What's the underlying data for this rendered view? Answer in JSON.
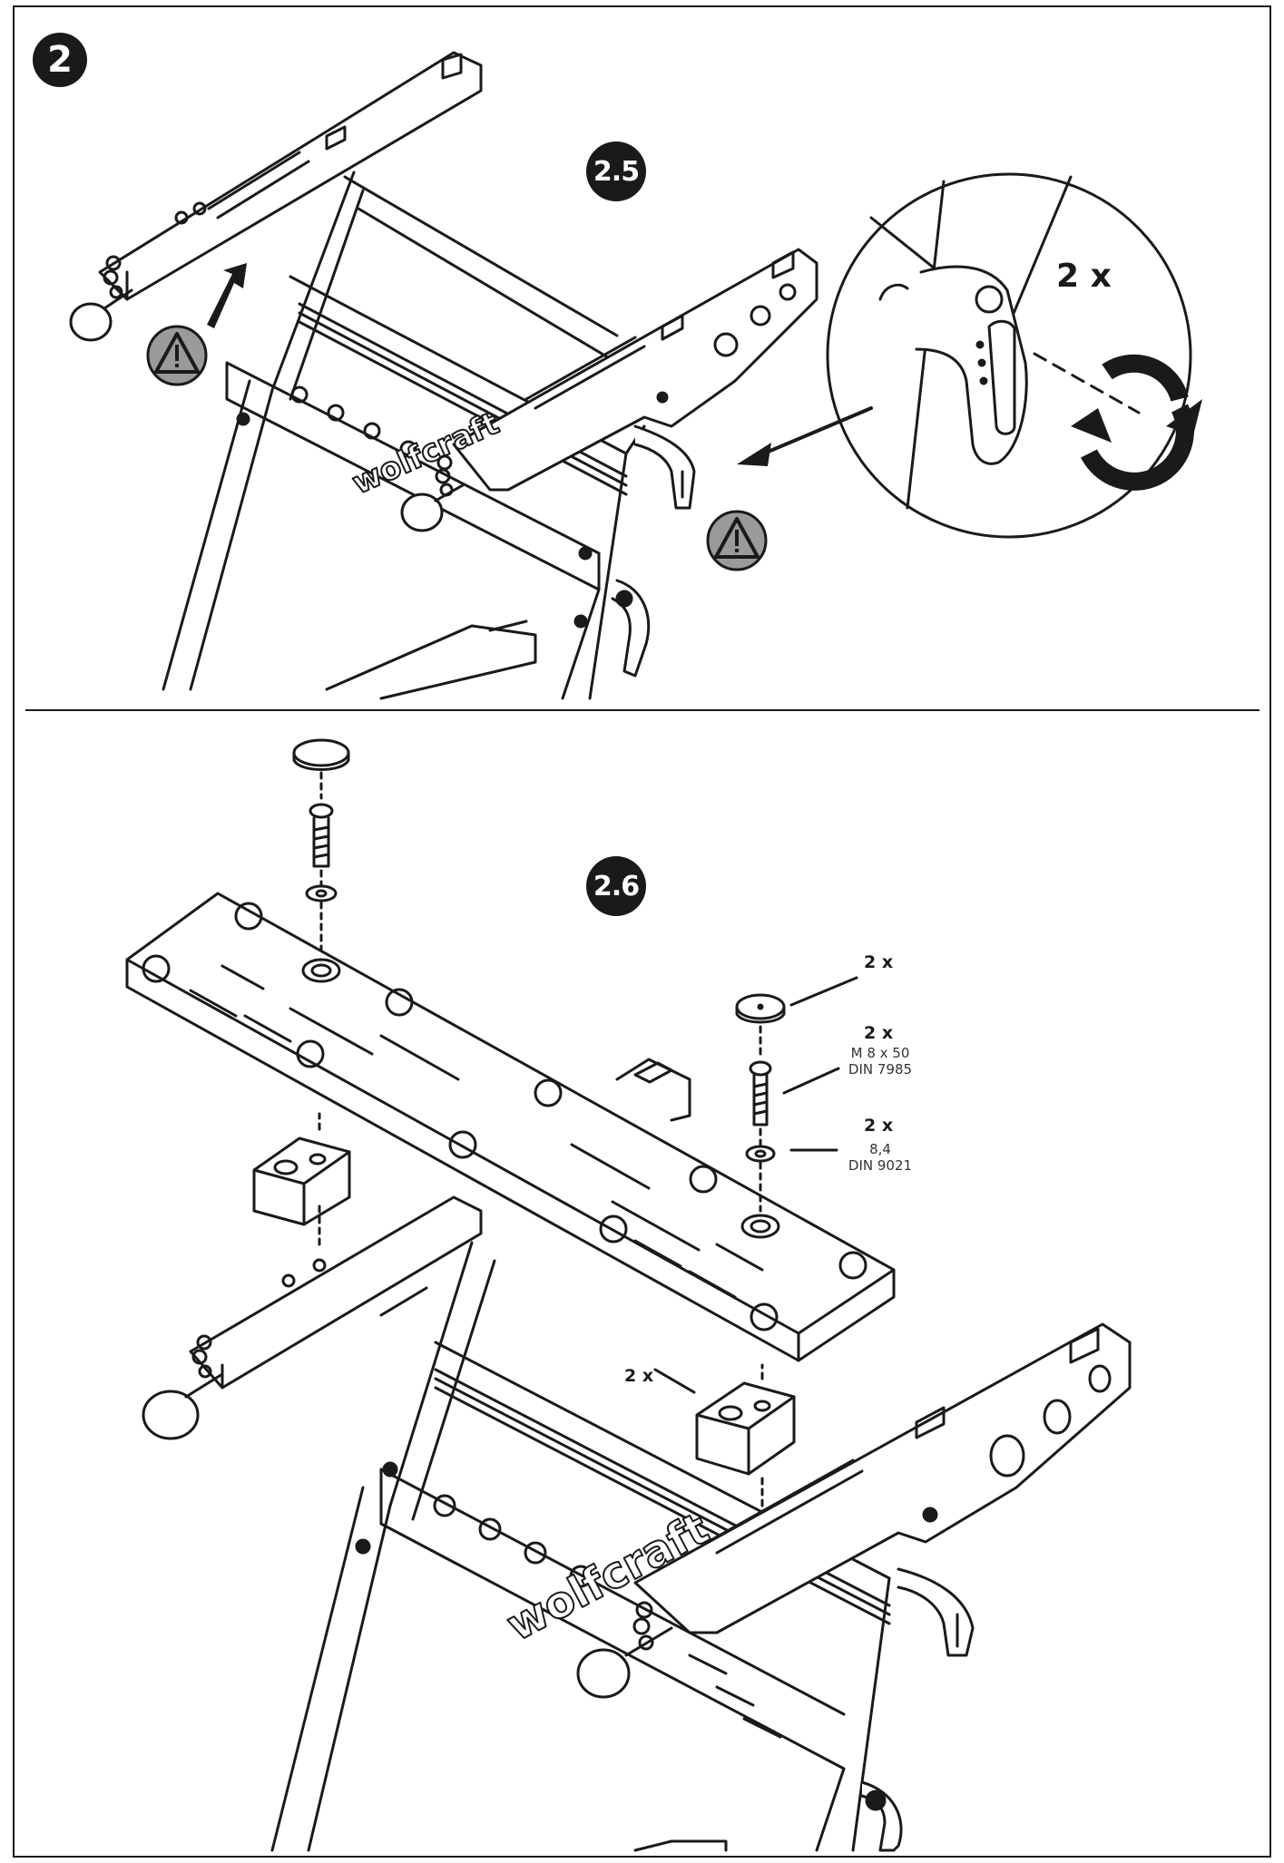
{
  "steps": {
    "main": "2",
    "step_a": "2.5",
    "step_b": "2.6"
  },
  "callout": {
    "quantity": "2 x"
  },
  "parts": {
    "cap_qty": "2 x",
    "screw_qty": "2 x",
    "screw_spec_1": "M 8 x 50",
    "screw_spec_2": "DIN 7985",
    "washer_qty": "2 x",
    "washer_spec_1": "8,4",
    "washer_spec_2": "DIN 9021",
    "block_qty": "2 x"
  },
  "brand": {
    "logo_text_top": "wolfcraft",
    "logo_text_bottom": "wolfcraft"
  },
  "icons": {
    "warning": "warning-triangle-icon",
    "arrow": "push-arrow-icon",
    "rotate": "rotate-arrows-icon"
  },
  "colors": {
    "ink": "#1a1a1a",
    "warning_fill": "#9a9a9a",
    "paper": "#ffffff"
  }
}
